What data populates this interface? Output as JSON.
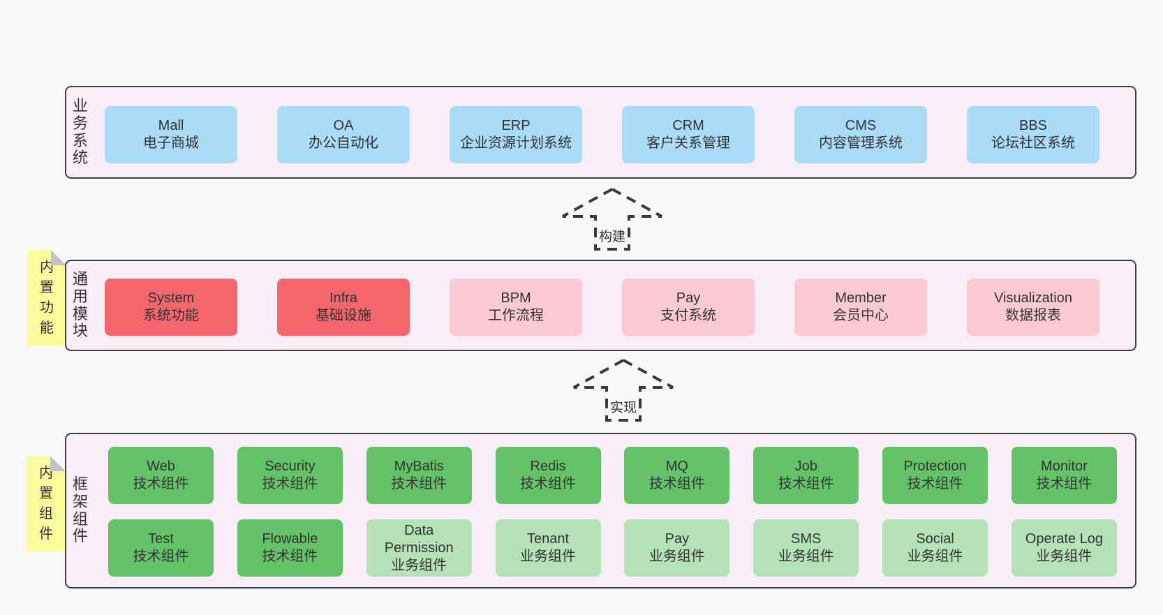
{
  "page": {
    "background": "#f8f8f8",
    "text_color": "#333333"
  },
  "colors": {
    "container_bg": "#f9eef7",
    "container_border": "#404040",
    "business_box": "#aadcf8",
    "core_module_box": "#f2666c",
    "optional_module_box": "#fbc9d4",
    "tech_component_box": "#64c369",
    "biz_component_box": "#b5e2b7",
    "note_bg": "#fbfb9d",
    "note_fold": "#c4c4c4",
    "arrow_stroke": "#3a3a3a"
  },
  "sections": {
    "business": {
      "side_label": "业务系统",
      "boxes": [
        {
          "en": "Mall",
          "zh": "电子商城"
        },
        {
          "en": "OA",
          "zh": "办公自动化"
        },
        {
          "en": "ERP",
          "zh": "企业资源计划系统"
        },
        {
          "en": "CRM",
          "zh": "客户关系管理"
        },
        {
          "en": "CMS",
          "zh": "内容管理系统"
        },
        {
          "en": "BBS",
          "zh": "论坛社区系统"
        }
      ]
    },
    "modules": {
      "side_label": "通用模块",
      "note": "内置功能",
      "boxes": [
        {
          "en": "System",
          "zh": "系统功能"
        },
        {
          "en": "Infra",
          "zh": "基础设施"
        },
        {
          "en": "BPM",
          "zh": "工作流程"
        },
        {
          "en": "Pay",
          "zh": "支付系统"
        },
        {
          "en": "Member",
          "zh": "会员中心"
        },
        {
          "en": "Visualization",
          "zh": "数据报表"
        }
      ]
    },
    "components": {
      "side_label": "框架组件",
      "note": "内置组件",
      "row1": [
        {
          "en": "Web",
          "zh": "技术组件"
        },
        {
          "en": "Security",
          "zh": "技术组件"
        },
        {
          "en": "MyBatis",
          "zh": "技术组件"
        },
        {
          "en": "Redis",
          "zh": "技术组件"
        },
        {
          "en": "MQ",
          "zh": "技术组件"
        },
        {
          "en": "Job",
          "zh": "技术组件"
        },
        {
          "en": "Protection",
          "zh": "技术组件"
        },
        {
          "en": "Monitor",
          "zh": "技术组件"
        }
      ],
      "row2": [
        {
          "en": "Test",
          "zh": "技术组件"
        },
        {
          "en": "Flowable",
          "zh": "技术组件"
        },
        {
          "en": "Data Permission",
          "zh": "业务组件"
        },
        {
          "en": "Tenant",
          "zh": "业务组件"
        },
        {
          "en": "Pay",
          "zh": "业务组件"
        },
        {
          "en": "SMS",
          "zh": "业务组件"
        },
        {
          "en": "Social",
          "zh": "业务组件"
        },
        {
          "en": "Operate Log",
          "zh": "业务组件"
        }
      ]
    }
  },
  "arrows": {
    "build": "构建",
    "implement": "实现"
  }
}
